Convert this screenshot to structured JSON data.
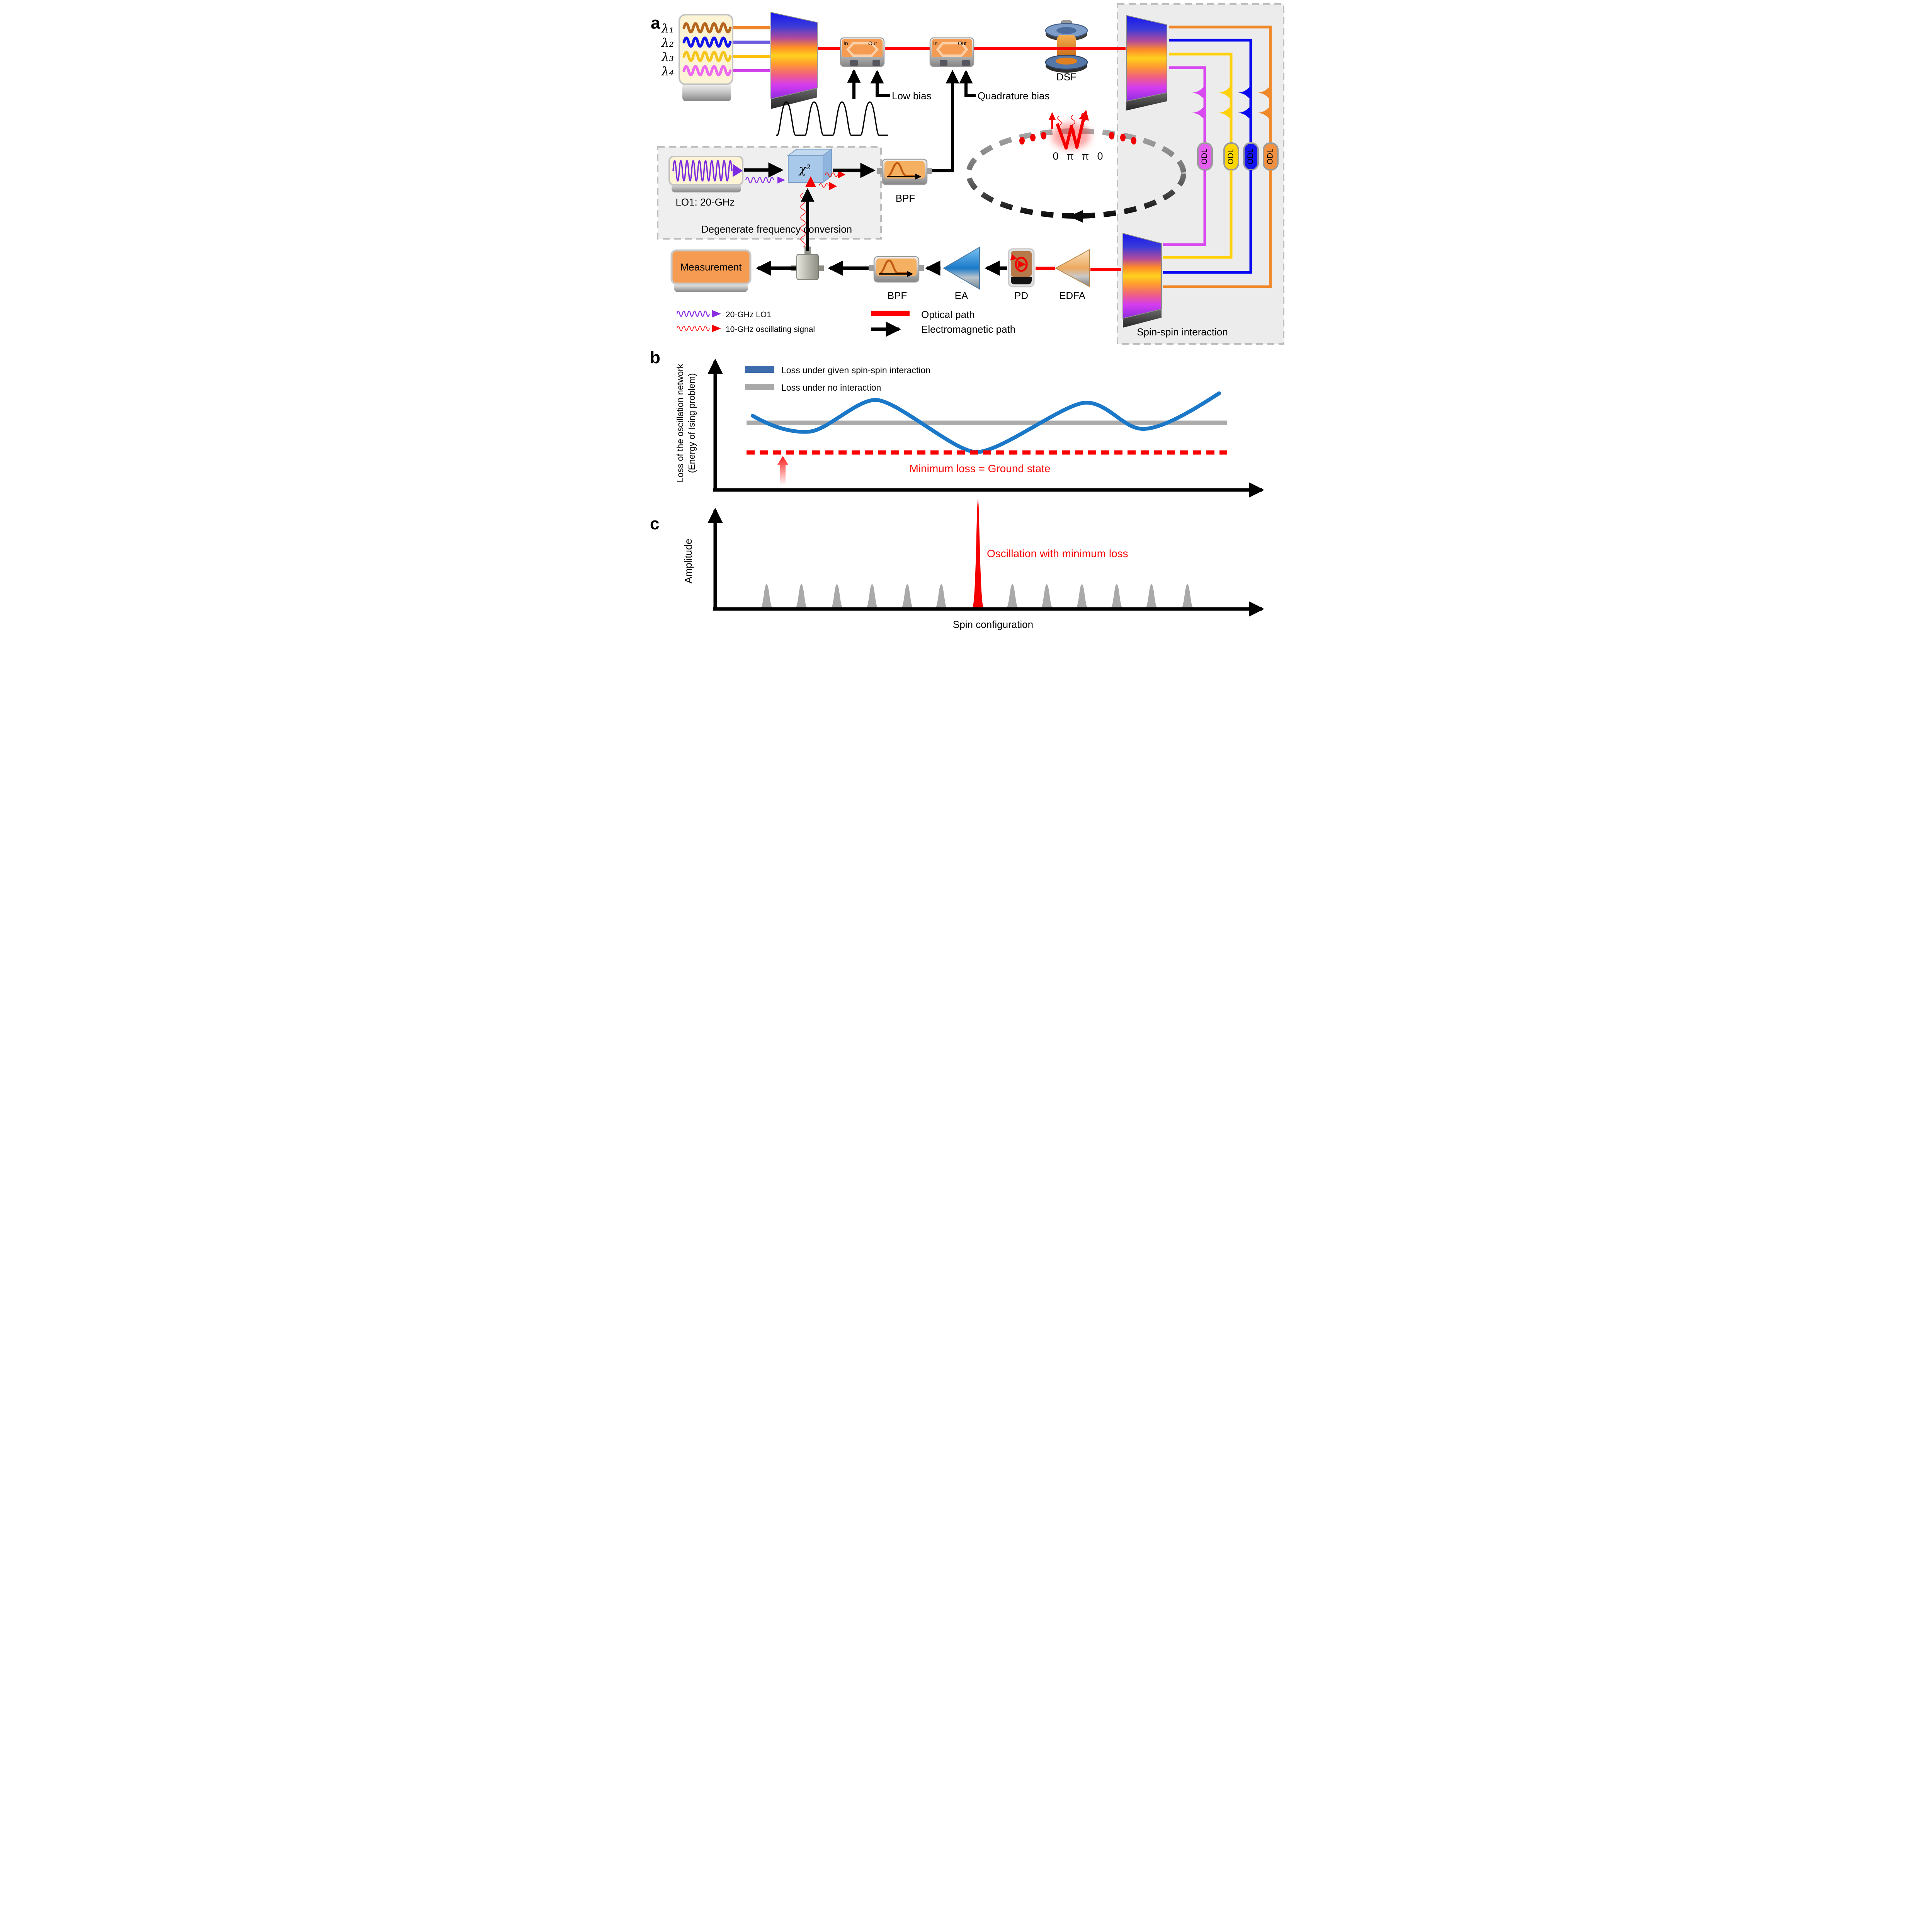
{
  "figure": {
    "type": "optical-ising-machine-schematic",
    "colors": {
      "optical_path": "#ff0000",
      "electromagnetic_path": "#000000",
      "lo1_signal": "#7a2ae0",
      "oscillating_signal": "#ff1111",
      "channel1": "#f0842a",
      "channel2": "#1414ee",
      "channel3": "#ffc60a",
      "channel4": "#d84af0",
      "loss_curve_blue": "#1b78c8",
      "loss_line_gray": "#ababab",
      "ground_state_red": "#fb0000"
    }
  },
  "panel_a": {
    "label": "a",
    "lasers": [
      "λ₁",
      "λ₂",
      "λ₃",
      "λ₄"
    ],
    "mzm_in": "In",
    "mzm_out": "Out",
    "low_bias": "Low bias",
    "quadrature_bias": "Quadrature bias",
    "dsf": "DSF",
    "lo1_label": "LO1: 20-GHz",
    "chi_squared": "χ²",
    "dfc_label": "Degenerate frequency conversion",
    "bpf": "BPF",
    "measurement": "Measurement",
    "ea": "EA",
    "pd": "PD",
    "edfa": "EDFA",
    "odl": "ODL",
    "phases": [
      "0",
      "π",
      "π",
      "0"
    ],
    "spin_spin": "Spin-spin interaction",
    "legend": {
      "lo1": "20-GHz LO1",
      "signal": "10-GHz oscillating signal",
      "optical": "Optical path",
      "electromagnetic": "Electromagnetic path"
    }
  },
  "panel_b": {
    "label": "b",
    "ylabel_line1": "Loss of the oscillation network",
    "ylabel_line2": "(Energy of Ising problem)",
    "legend_blue": "Loss under given spin-spin interaction",
    "legend_gray": "Loss under no interaction",
    "min_loss": "Minimum loss = Ground state"
  },
  "panel_c": {
    "label": "c",
    "ylabel": "Amplitude",
    "xlabel": "Spin configuration",
    "annotation": "Oscillation with minimum loss"
  },
  "chart_data": [
    {
      "type": "line",
      "panel": "b",
      "ylabel": "Loss of the oscillation network (Energy of Ising problem)",
      "axes_numeric": false,
      "legend_position": "top-left-inside",
      "series": [
        {
          "name": "Loss under given spin-spin interaction",
          "color": "#1b78c8",
          "x_norm": [
            0.0,
            0.12,
            0.26,
            0.48,
            0.71,
            0.83,
            1.0
          ],
          "y_norm": [
            0.56,
            0.44,
            0.82,
            0.18,
            0.79,
            0.47,
            0.9
          ]
        },
        {
          "name": "Loss under no interaction",
          "color": "#ababab",
          "constant_y_norm": 0.52
        }
      ],
      "annotations": [
        {
          "text": "Minimum loss = Ground state",
          "color": "#fb0000",
          "style": "horizontal dashed red line at global minimum touched by blue curve"
        }
      ]
    },
    {
      "type": "bar",
      "panel": "c",
      "xlabel": "Spin configuration",
      "ylabel": "Amplitude",
      "axes_numeric": false,
      "values_norm": [
        0.22,
        0.22,
        0.22,
        0.22,
        0.22,
        0.22,
        1.0,
        0.22,
        0.22,
        0.22,
        0.22,
        0.22,
        0.22
      ],
      "highlight_index": 6,
      "bar_color": "#a9a9a9",
      "highlight_color": "#f50000",
      "annotations": [
        {
          "text": "Oscillation with minimum loss",
          "color": "#f50000"
        }
      ]
    }
  ]
}
